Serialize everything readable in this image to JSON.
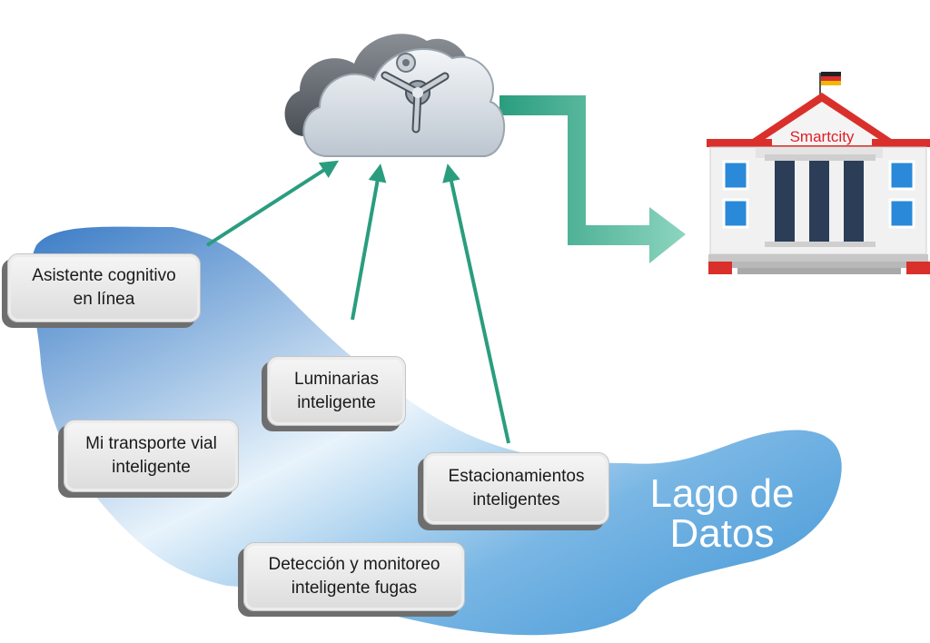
{
  "nodes": [
    {
      "id": "asistente",
      "label": "Asistente cognitivo\nen línea"
    },
    {
      "id": "luminarias",
      "label": "Luminarias\ninteligente"
    },
    {
      "id": "transporte",
      "label": "Mi transporte vial\ninteligente"
    },
    {
      "id": "estacionamientos",
      "label": "Estacionamientos\ninteligentes"
    },
    {
      "id": "deteccion",
      "label": "Detección y monitoreo\ninteligente fugas"
    }
  ],
  "lake_label": "Lago de\nDatos",
  "building_label": "Smartcity",
  "colors": {
    "arrow": "#2a9d7f",
    "lake_dark": "#3d7fc7",
    "lake_light": "#e6f2fb",
    "building_roof": "#d9302c",
    "flag_red": "#d9302c",
    "flag_yellow": "#f2b705"
  },
  "icons": [
    "cloud-vault-icon",
    "bank-building-icon",
    "flag-icon"
  ]
}
